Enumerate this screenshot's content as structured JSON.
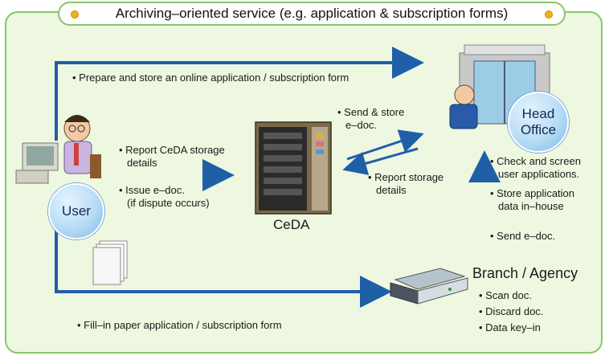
{
  "title": "Archiving–oriented service (e.g. application & subscription forms)",
  "nodes": {
    "user": "User",
    "head_office_line1": "Head",
    "head_office_line2": "Office",
    "ceda": "CeDA",
    "branch": "Branch / Agency"
  },
  "flows": {
    "prepare": "• Prepare and store an online application / subscription form",
    "send_store_1": "• Send & store",
    "send_store_2": "e–doc.",
    "report_ceda_1": "• Report CeDA storage",
    "report_ceda_2": "details",
    "issue_1": "• Issue e–doc.",
    "issue_2": "(if dispute occurs)",
    "report_storage_1": "• Report storage",
    "report_storage_2": "details",
    "check_1": "• Check and screen",
    "check_2": "user applications.",
    "store_app_1": "• Store application",
    "store_app_2": "data in–house",
    "send_edoc": "• Send e–doc.",
    "fill_in": "• Fill–in paper application / subscription form"
  },
  "branch_tasks": [
    "• Scan doc.",
    "• Discard doc.",
    "• Data key–in"
  ],
  "colors": {
    "panel": "#eef7e0",
    "border": "#88c66a",
    "arrow": "#1e5fa8",
    "bubble": "#b8dcf5"
  }
}
